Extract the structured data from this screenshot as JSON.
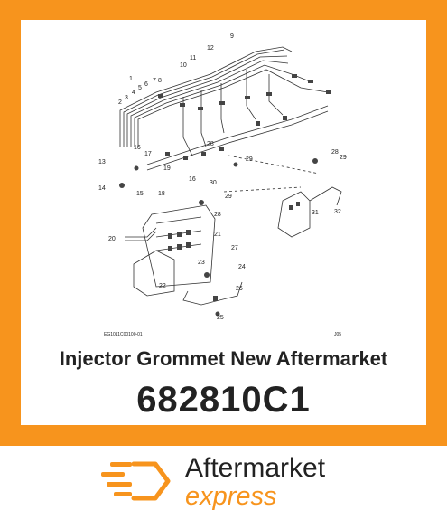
{
  "product": {
    "name": "Injector Grommet New Aftermarket",
    "part_number": "682810C1"
  },
  "diagram": {
    "figure_code": "EG1011C00100-01",
    "figure_ref": "J05",
    "callouts": [
      "1",
      "2",
      "3",
      "4",
      "5",
      "6",
      "7",
      "8",
      "9",
      "10",
      "11",
      "12",
      "13",
      "14",
      "15",
      "16",
      "17",
      "18",
      "19",
      "20",
      "21",
      "22",
      "23",
      "24",
      "25",
      "26",
      "27",
      "28",
      "29",
      "30",
      "31",
      "32"
    ]
  },
  "brand": {
    "line1": "Aftermarket",
    "line2": "express",
    "accent_color": "#f7941d"
  }
}
